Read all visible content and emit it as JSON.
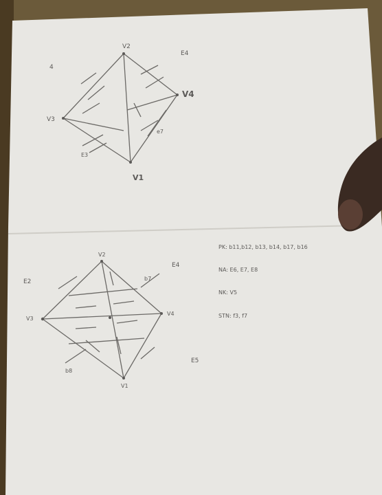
{
  "photo": {
    "background_color": "#6b5a3a",
    "paper_color": "#e8e7e3",
    "ink_color": "#5c5a58",
    "hand_color": "#3a2a22"
  },
  "top_diagram": {
    "labels": {
      "v_top": "V2",
      "v_bottom": "V1",
      "v_left": "V3",
      "v_right": "V4",
      "e_top_left": "4",
      "e_top_right": "E4",
      "e_bottom_left": "E3",
      "e_bottom_right": "e7"
    }
  },
  "bottom_diagram": {
    "labels": {
      "v_top": "V2",
      "v_bottom": "V1",
      "v_left": "V3",
      "v_right": "V4",
      "e_left": "E2",
      "e_right": "E4",
      "e_top_right": "b7",
      "e_bottom_left": "b8",
      "e_bottom_right": "E5"
    }
  },
  "notes": {
    "line1": "PK: b11,b12, b13, b14, b17, b16",
    "line2": "NA: E6, E7, E8",
    "line3": "NK: V5",
    "line4": "STN: f3, f7"
  }
}
